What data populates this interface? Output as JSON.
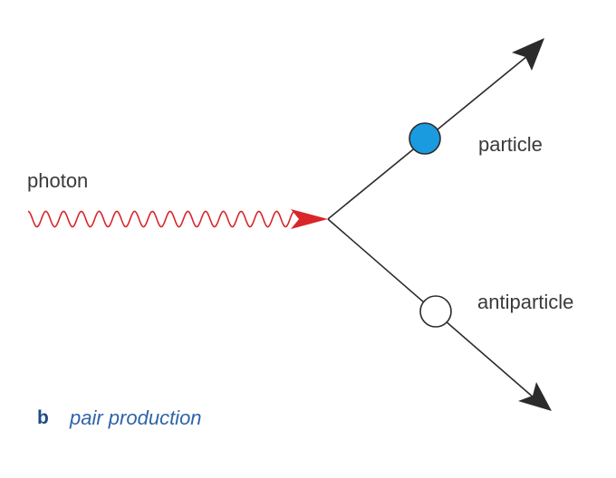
{
  "labels": {
    "photon": "photon",
    "particle": "particle",
    "antiparticle": "antiparticle"
  },
  "caption": {
    "letter": "b",
    "text": "pair production"
  },
  "colors": {
    "photon_wave": "#d8262b",
    "particle_fill": "#1a9be0",
    "antiparticle_fill": "#ffffff",
    "line": "#2b2b2b",
    "caption_letter": "#1f4c86",
    "caption_text": "#2f64a8"
  }
}
